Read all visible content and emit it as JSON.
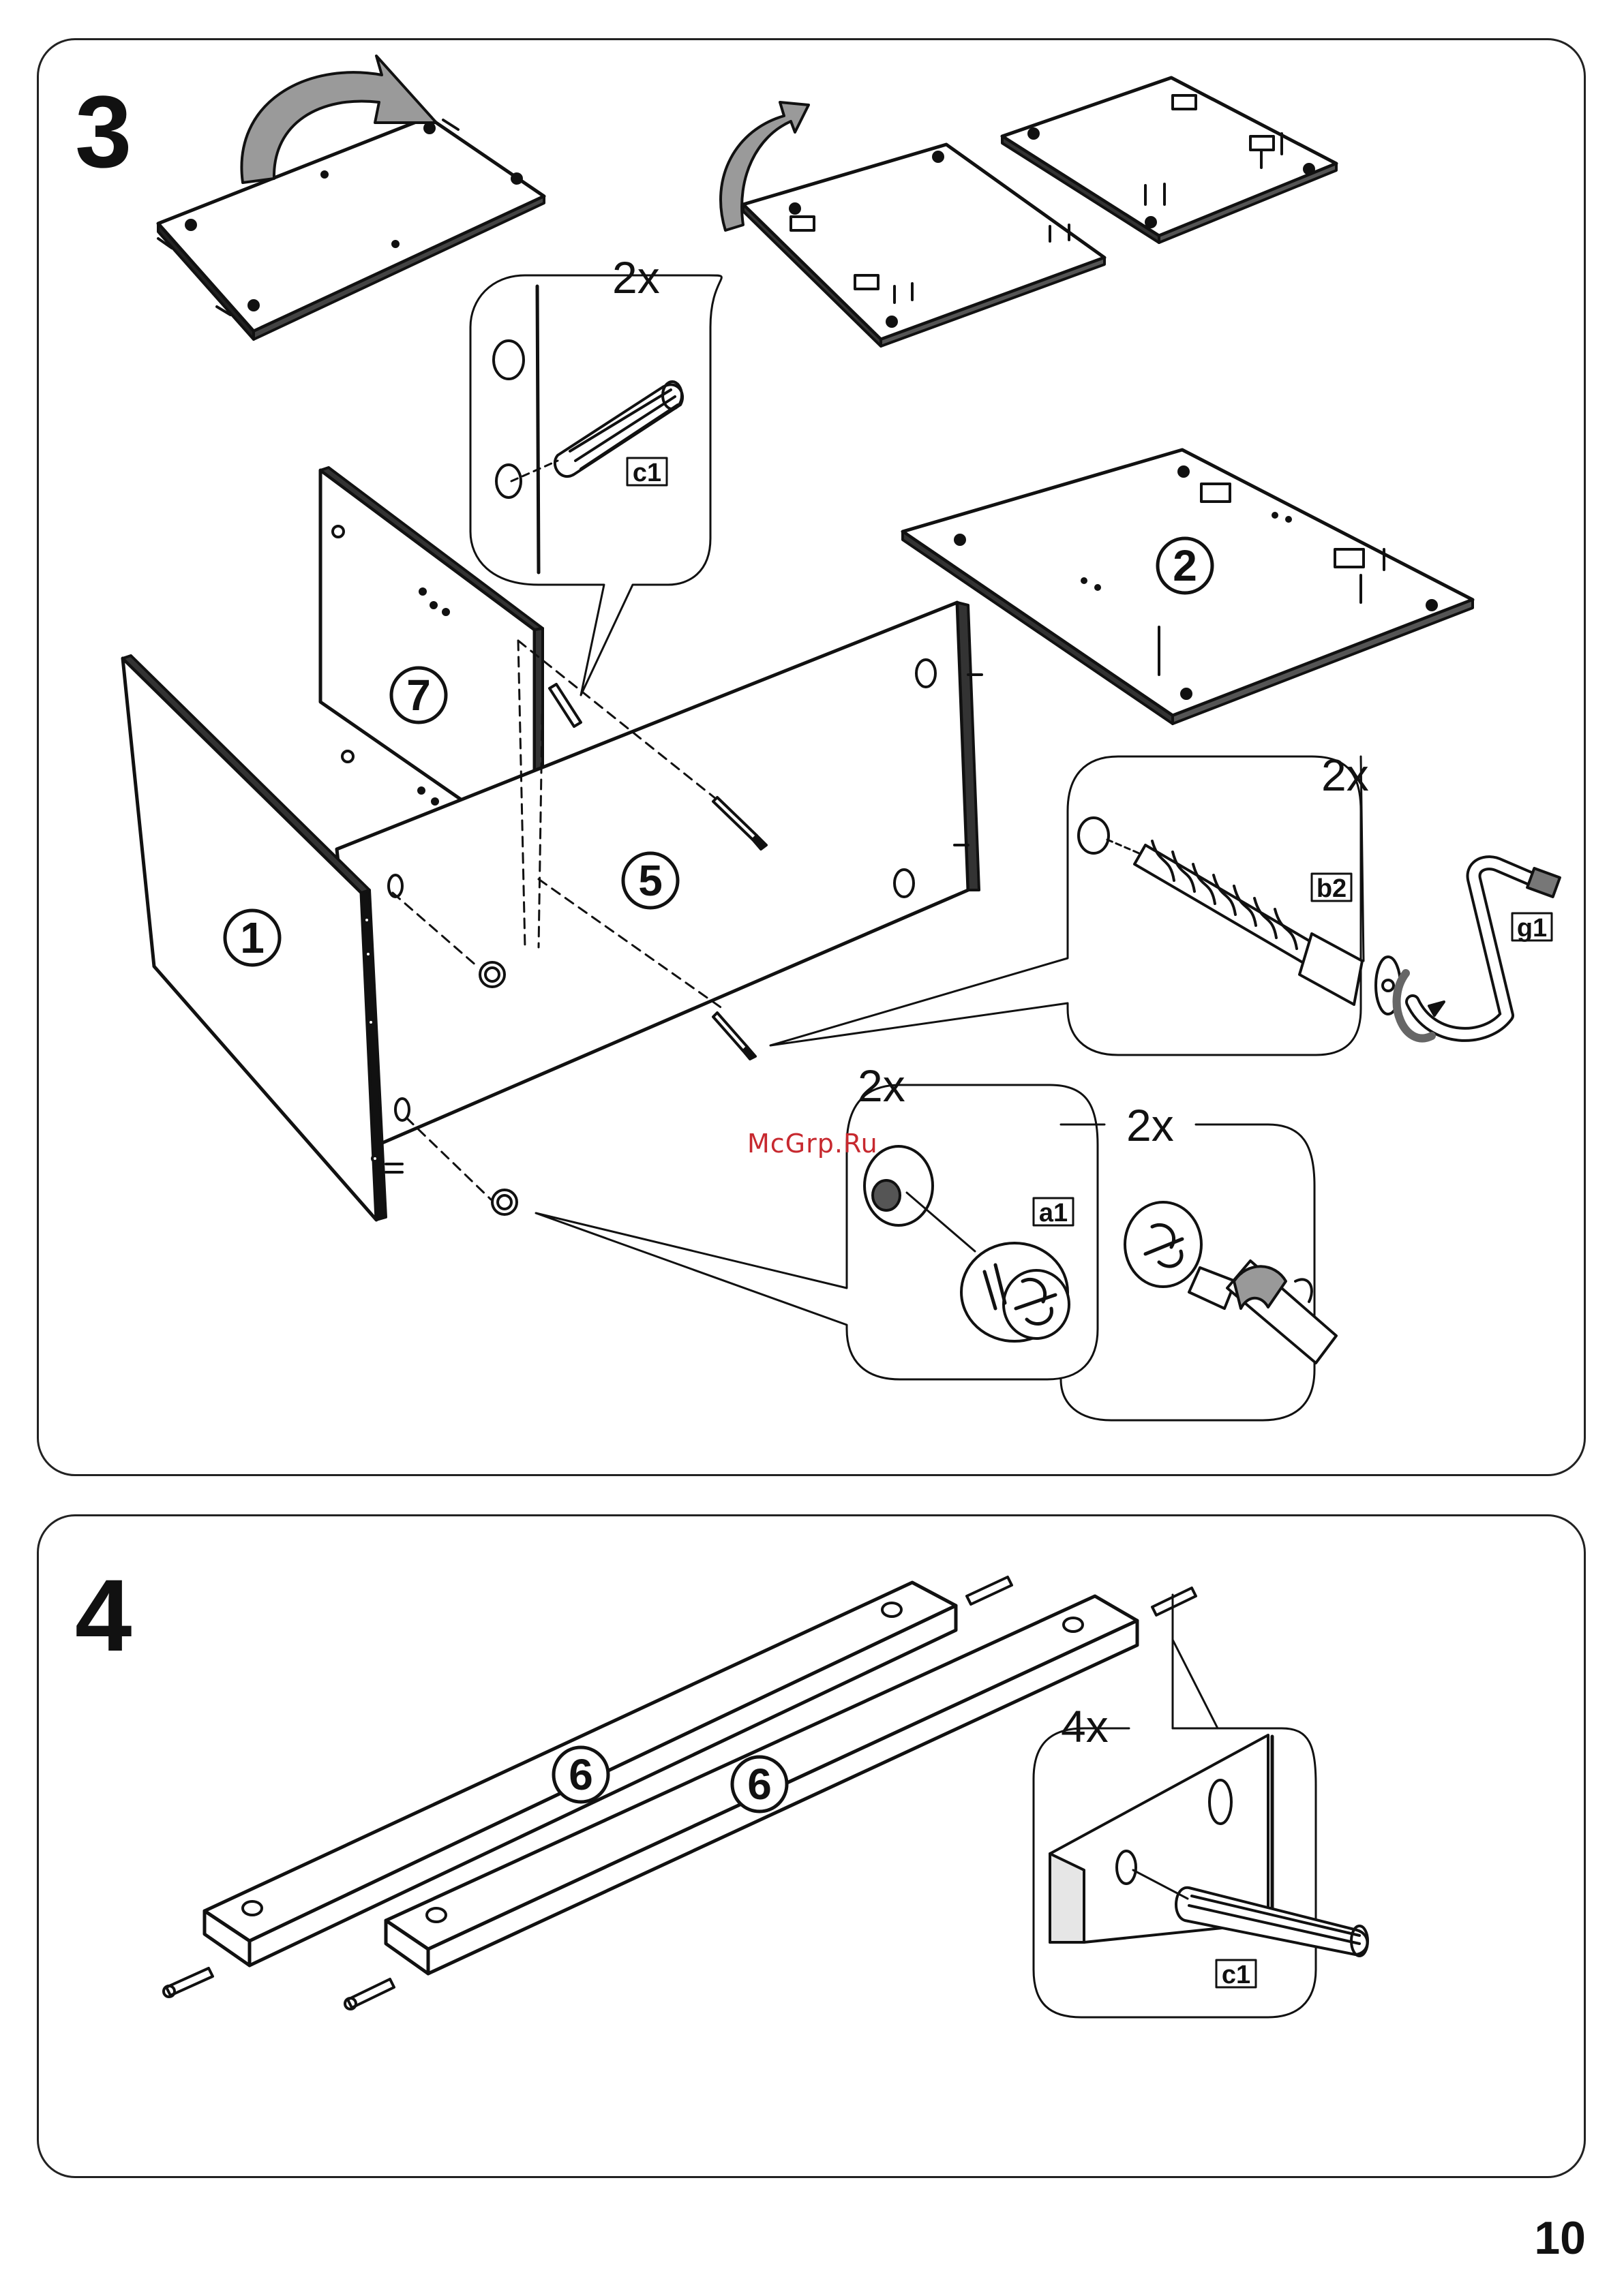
{
  "steps": [
    {
      "number": "3",
      "parts": [
        "1",
        "2",
        "5",
        "7"
      ],
      "callouts": [
        {
          "quantity": "2x",
          "code": "c1"
        },
        {
          "quantity": "2x",
          "code": "b2"
        },
        {
          "quantity": "2x",
          "code": "a1"
        },
        {
          "quantity": "2x"
        }
      ],
      "tool_code": "g1"
    },
    {
      "number": "4",
      "parts": [
        "6",
        "6"
      ],
      "callouts": [
        {
          "quantity": "4x",
          "code": "c1"
        }
      ]
    }
  ],
  "watermark": "McGrp.Ru",
  "page_number": "10"
}
